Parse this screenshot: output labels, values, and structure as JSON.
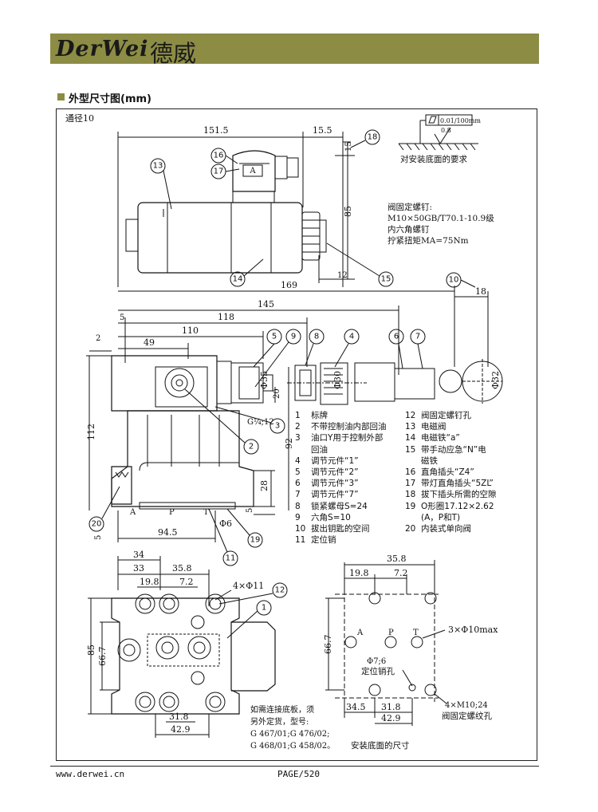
{
  "header": {
    "logo_latin": "DerWei",
    "logo_cn": "德威"
  },
  "section": {
    "title": "外型尺寸图(mm)"
  },
  "drawing": {
    "size_label": "通径10",
    "dims_top": {
      "a": "151.5",
      "b": "15.5",
      "c": "15",
      "d": "85",
      "e": "12"
    },
    "dims_mid": {
      "a": "169",
      "b": "145",
      "c": "18",
      "d": "5",
      "e": "118",
      "f": "110",
      "g": "49",
      "h": "2",
      "i": "112",
      "j": "92",
      "k": "20",
      "l": "28",
      "m": "5",
      "n": "94.5",
      "o": "5",
      "phi35": "Φ35",
      "phi30": "Φ30",
      "phi32": "Φ32",
      "phi6": "Φ6",
      "g14": "G¼;12",
      "port_a": "A",
      "port_p": "P",
      "port_t": "T"
    },
    "dims_bot": {
      "a": "34",
      "b": "33",
      "c": "35.8",
      "d": "19.8",
      "e": "7.2",
      "f": "85",
      "g": "66.7",
      "h": "31.8",
      "i": "42.9",
      "holes": "4×Φ11"
    },
    "dims_mount": {
      "a": "35.8",
      "b": "19.8",
      "c": "7.2",
      "d": "66.7",
      "e": "34.5",
      "f": "31.8",
      "g": "42.9",
      "phi7": "Φ7;6",
      "pin_hole": "定位销孔",
      "phi10": "3×Φ10max",
      "m10": "4×M10;24",
      "screw_holes": "阀固定螺纹孔",
      "port_a": "A",
      "port_p": "P",
      "port_t": "T"
    },
    "surface": {
      "flatness": "0.01/100mm",
      "roughness": "0.8",
      "label": "对安装底面的要求"
    },
    "bolt_note": [
      "阀固定螺钉:",
      "M10×50GB/T70.1-10.9级",
      "内六角螺钉",
      "拧紧扭矩MA=75Nm"
    ],
    "subplate_note": [
      "如需连接底板，须",
      "另外定货，型号:",
      "G 467/01;G 476/02;",
      "G 468/01;G 458/02。"
    ],
    "mount_caption": "安装底面的尺寸",
    "callouts": [
      "1",
      "2",
      "3",
      "4",
      "5",
      "6",
      "7",
      "8",
      "9",
      "10",
      "11",
      "12",
      "13",
      "14",
      "15",
      "16",
      "17",
      "18",
      "19",
      "20"
    ]
  },
  "legend_left": [
    {
      "n": "1",
      "t": "标牌"
    },
    {
      "n": "2",
      "t": "不带控制油内部回油"
    },
    {
      "n": "3",
      "t": "油口Y用于控制外部"
    },
    {
      "n": "",
      "t": "回油"
    },
    {
      "n": "4",
      "t": "调节元件“1”"
    },
    {
      "n": "5",
      "t": "调节元件“2”"
    },
    {
      "n": "6",
      "t": "调节元件“3”"
    },
    {
      "n": "7",
      "t": "调节元件“7”"
    },
    {
      "n": "8",
      "t": "锁紧螺母S=24"
    },
    {
      "n": "9",
      "t": "六角S=10"
    },
    {
      "n": "10",
      "t": "拔出钥匙的空间"
    },
    {
      "n": "11",
      "t": "定位销"
    }
  ],
  "legend_right": [
    {
      "n": "12",
      "t": "阀固定螺钉孔"
    },
    {
      "n": "13",
      "t": "电磁阀"
    },
    {
      "n": "14",
      "t": "电磁铁“a”"
    },
    {
      "n": "15",
      "t": "带手动应急“N”电"
    },
    {
      "n": "",
      "t": "磁铁"
    },
    {
      "n": "16",
      "t": "直角插头“Z4”"
    },
    {
      "n": "17",
      "t": "带灯直角插头“5ZL”"
    },
    {
      "n": "18",
      "t": "拔下插头所需的空隙"
    },
    {
      "n": "19",
      "t": "O形圈17.12×2.62"
    },
    {
      "n": "",
      "t": "(A，P和T)"
    },
    {
      "n": "20",
      "t": "内装式单向阀"
    }
  ],
  "footer": {
    "url": "www.derwei.cn",
    "page": "PAGE/520"
  }
}
